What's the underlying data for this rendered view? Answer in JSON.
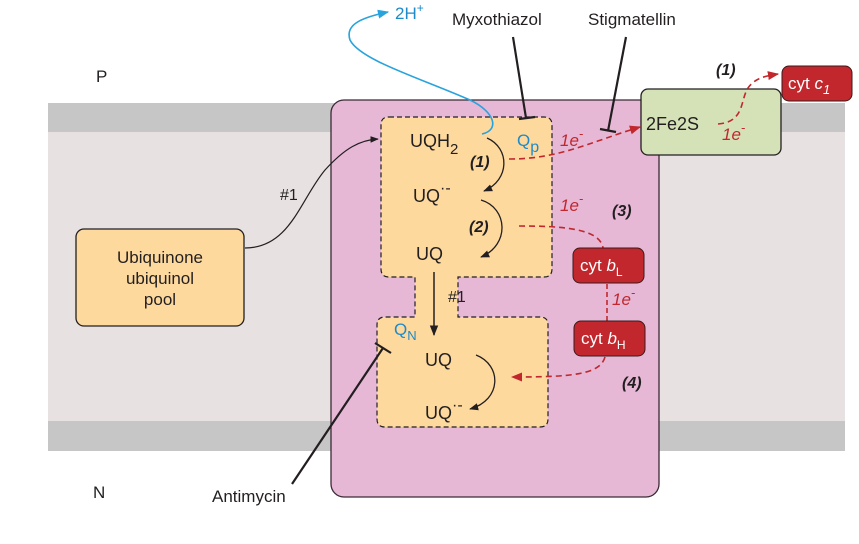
{
  "figure": {
    "side_labels": {
      "p_side": "P",
      "n_side": "N"
    },
    "colors": {
      "membrane_outer": "#c6c6c6",
      "membrane_inner": "#e7e1e1",
      "complex": "#e6b8d6",
      "site_box": "#fdd99d",
      "pool_box": "#fdd99d",
      "iron_sulfur": "#d5e2b8",
      "cytochrome": "#c1272d",
      "electron_path": "#c1272d",
      "proton_path": "#29a3dc",
      "site_label": "#1f8ac9"
    },
    "pool": {
      "line1": "Ubiquinone",
      "line2": "ubiquinol",
      "line3": "pool"
    },
    "transfer_label_1": "#1",
    "transfer_label_2": "#1",
    "proton": {
      "base": "2H",
      "sup": "+"
    },
    "inhibitors": {
      "myxothiazol": "Myxothiazol",
      "stigmatellin": "Stigmatellin",
      "antimycin": "Antimycin"
    },
    "qp_site": {
      "label": "Q",
      "label_sub": "p",
      "uqh2": "UQH",
      "uqh2_sub": "2",
      "semiquinone": "UQ",
      "semiquinone_sup": "·-",
      "uq": "UQ",
      "step1": "(1)",
      "step2": "(2)"
    },
    "qn_site": {
      "label": "Q",
      "label_sub": "N",
      "uq": "UQ",
      "semiquinone": "UQ",
      "semiquinone_sup": "·-"
    },
    "iron_sulfur": {
      "label": "2Fe2S"
    },
    "cyt_c1": {
      "label": "cyt ",
      "italic": "c",
      "sub": "1"
    },
    "cyt_bL": {
      "label": "cyt ",
      "italic": "b",
      "sub": "L"
    },
    "cyt_bH": {
      "label": "cyt ",
      "italic": "b",
      "sub": "H"
    },
    "electron": {
      "base": "1e",
      "sup": "-"
    },
    "steps": {
      "c1_step": "(1)",
      "bl_step": "(3)",
      "bh_step": "(4)"
    }
  }
}
